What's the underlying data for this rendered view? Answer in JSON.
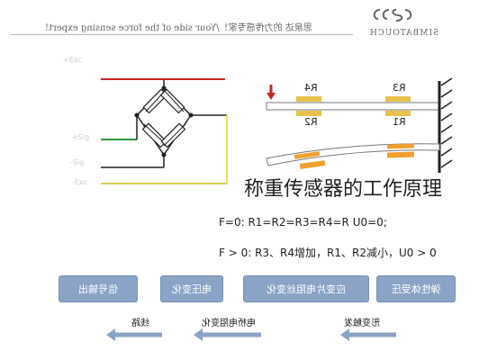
{
  "header": {
    "text": "思泉达 的力传感专家！/Your side of the force sensing expert!",
    "logo_text": "SIMBATOUCH"
  },
  "title": "称重传感器的工作原理",
  "beam": {
    "resistors_top": [
      "R4",
      "R3"
    ],
    "resistors_bottom": [
      "R2",
      "R1"
    ]
  },
  "formulas": {
    "f0": "F=0:  R1=R2=R3=R4=R     U0=0;",
    "f1": "F > 0:  R3、R4增加，R1、R2减小，U0 > 0"
  },
  "flow_boxes": [
    "弹性体受压",
    "应变片电阻丝变化",
    "电压变化",
    "信号输出"
  ],
  "flow_labels": [
    "形变触发",
    "电桥电阻变化",
    "线路"
  ],
  "faint_labels": [
    "+Exc",
    "+Sig",
    "-Sig",
    "-Exc"
  ],
  "colors": {
    "box": "#8aa3c6",
    "resistor_top": "#e8c24a",
    "resistor_bent": "#f0a030",
    "wire_red": "#cc2222",
    "wire_green": "#2e9a3a",
    "wire_yellow": "#f0e040",
    "arrow": "#cc2222"
  }
}
